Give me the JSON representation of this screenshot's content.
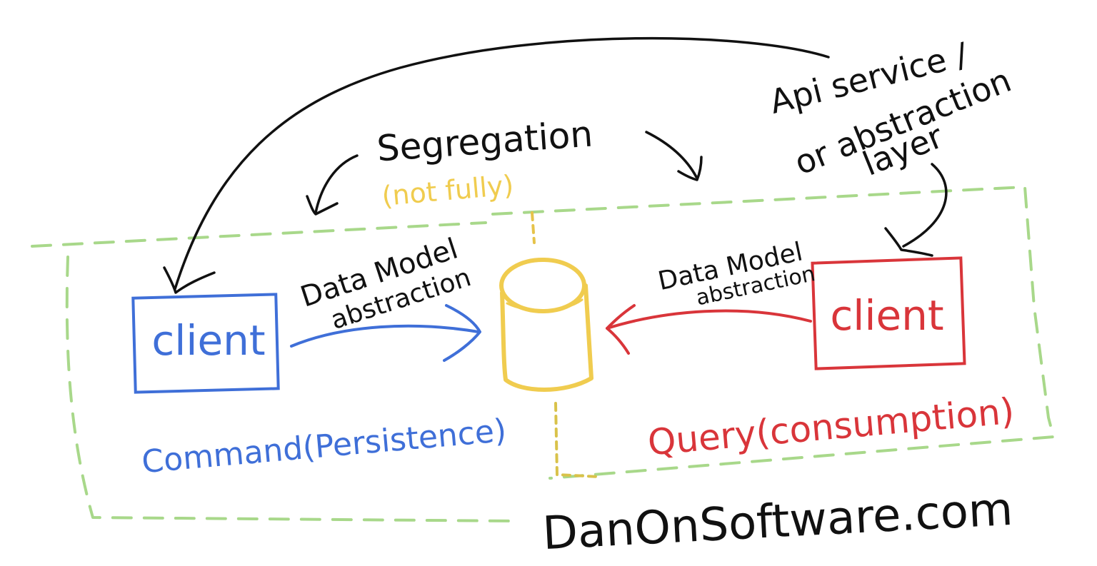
{
  "labels": {
    "segregation": "Segregation",
    "not_fully": "(not fully)",
    "api_line1": "Api service /",
    "api_line2": "or abstraction",
    "api_line3": "layer",
    "left_dm_line1": "Data Model",
    "left_dm_line2": "abstraction",
    "right_dm_line1": "Data Model",
    "right_dm_line2": "abstraction",
    "left_client": "client",
    "right_client": "client",
    "command": "Command(Persistence)",
    "query": "Query(consumption)",
    "watermark": "DanOnSoftware.com"
  },
  "colors": {
    "black": "#111111",
    "blue": "#3f6fd8",
    "red": "#d9353a",
    "yellow": "#f0cc4f",
    "green_dash": "#a8d88a"
  }
}
